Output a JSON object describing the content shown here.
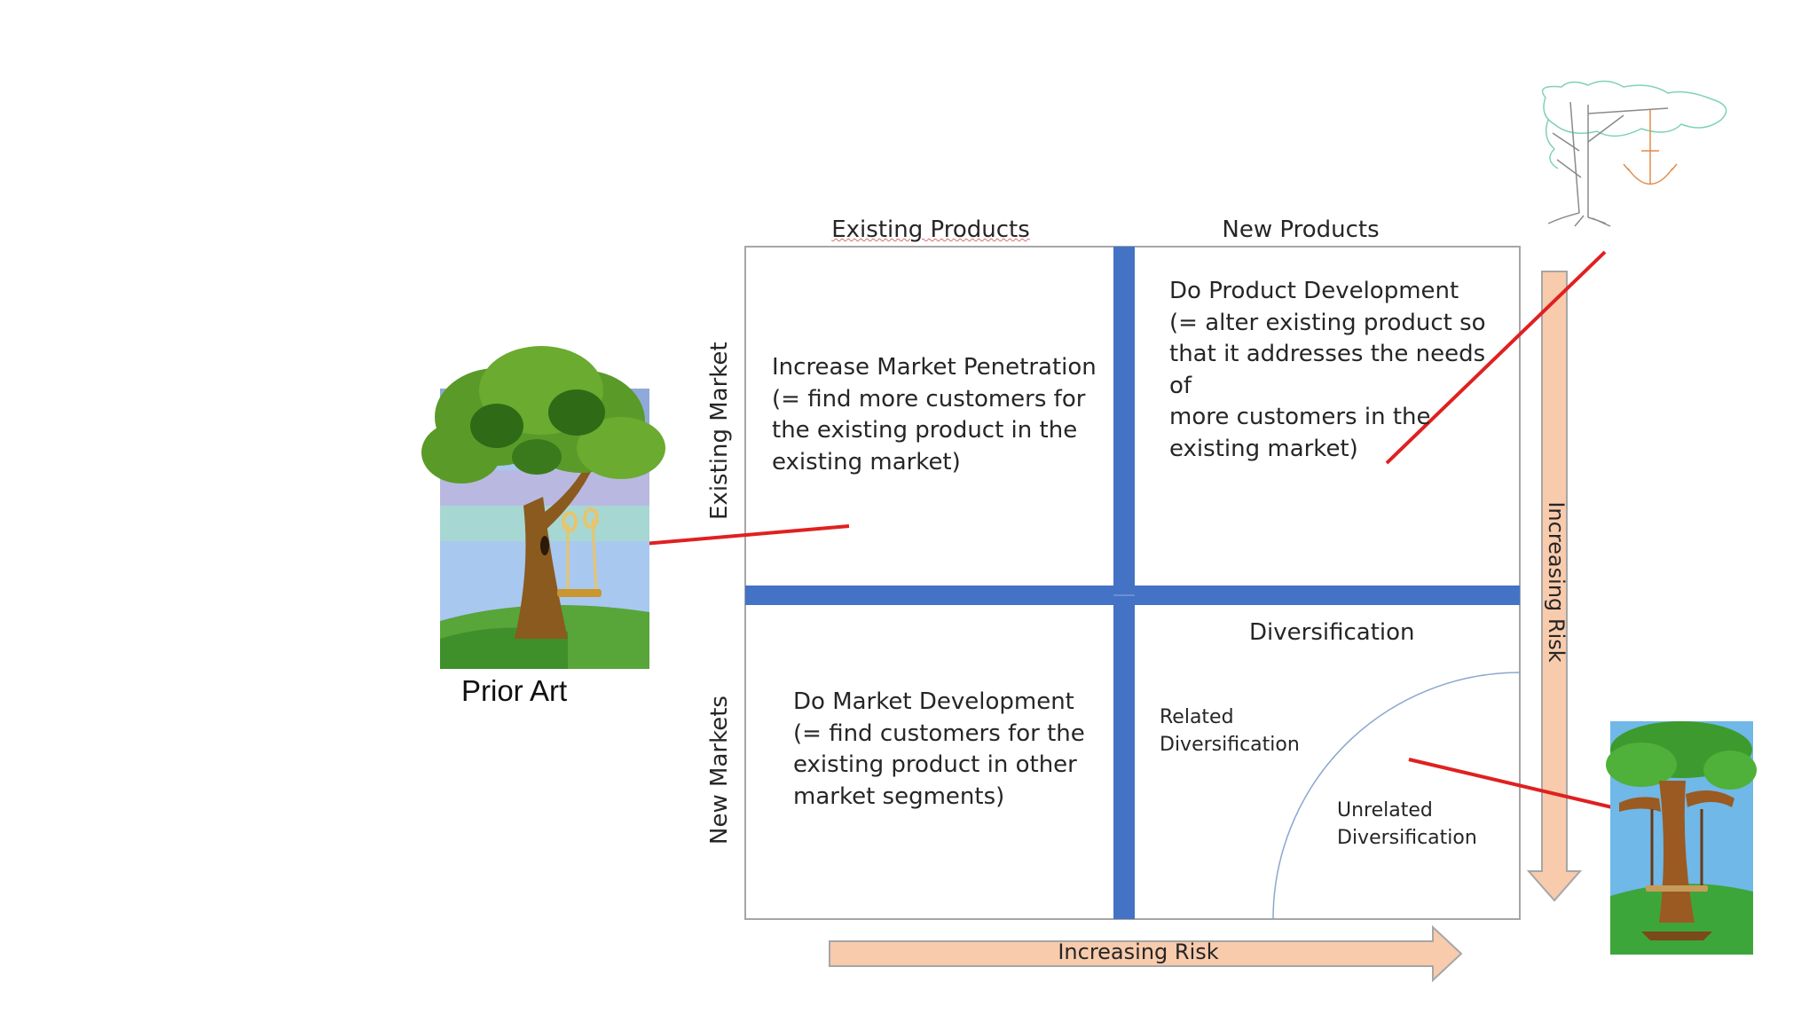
{
  "matrix": {
    "col_headers": [
      "Existing Products",
      "New Products"
    ],
    "row_headers": [
      "Existing Market",
      "New Markets"
    ],
    "cells": {
      "top_left": "Increase Market Penetration\n(= find more customers for\nthe existing product in the\nexisting market)",
      "top_right": "Do Product Development\n(= alter existing product so\nthat it addresses the needs of\nmore customers in the\nexisting market)",
      "bottom_left": "Do Market Development\n(= find customers for the\nexisting product in other\nmarket segments)",
      "bottom_right_title": "Diversification",
      "bottom_right_related": "Related\nDiversification",
      "bottom_right_unrelated": "Unrelated\nDiversification"
    },
    "grid_color": "#4472c4"
  },
  "arrows": {
    "horizontal_label": "Increasing Risk",
    "vertical_label": "Increasing Risk",
    "fill_color": "#f8cbad"
  },
  "images": {
    "left_tree_caption": "Prior Art",
    "left_tree_icon": "tree-swing-icon",
    "top_right_icon": "sketch-tree-anchor-icon",
    "bottom_right_icon": "tree-swing-cartoon-icon"
  },
  "pointer_color": "#e02020"
}
